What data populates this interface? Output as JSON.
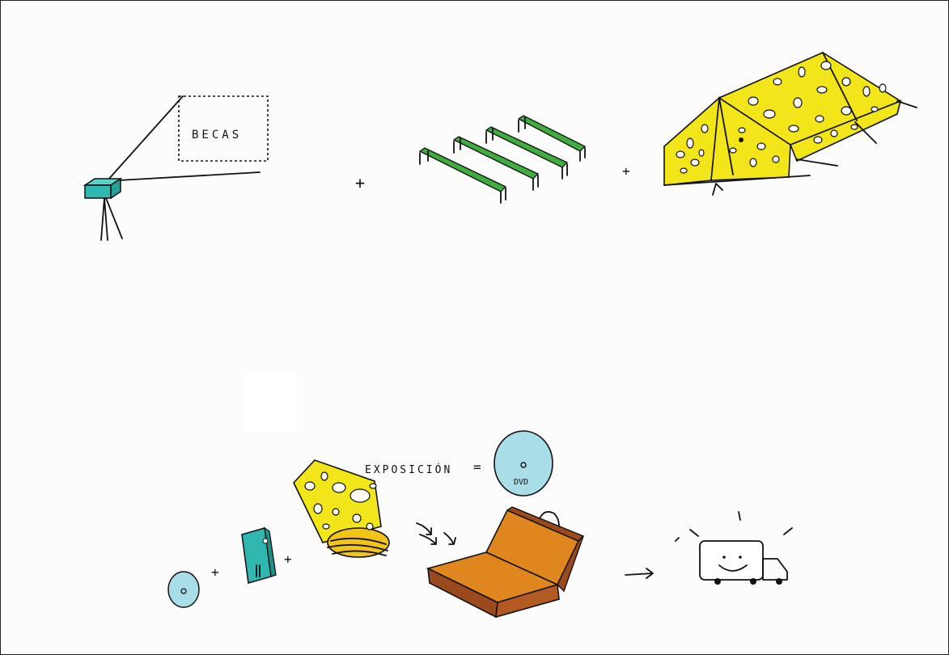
{
  "labels": {
    "screen_text": "BECAS",
    "plus": "+",
    "exhibition_word": "EXPOSICIÓN",
    "equals": "=",
    "dvd_text": "DVD"
  },
  "colors": {
    "projector": "#2fb7b0",
    "benches": "#3fae3f",
    "tent": "#f2e51a",
    "disc": "#a9dde8",
    "suitcase_inside": "#e0861f",
    "suitcase_outside": "#9a4a1c",
    "ink": "#111111"
  },
  "icons": [
    "projector-icon",
    "bench-icon",
    "tent-icon",
    "dvd-icon",
    "hard-drive-icon",
    "rolled-tent-icon",
    "suitcase-icon",
    "arrow-icon",
    "truck-icon"
  ]
}
